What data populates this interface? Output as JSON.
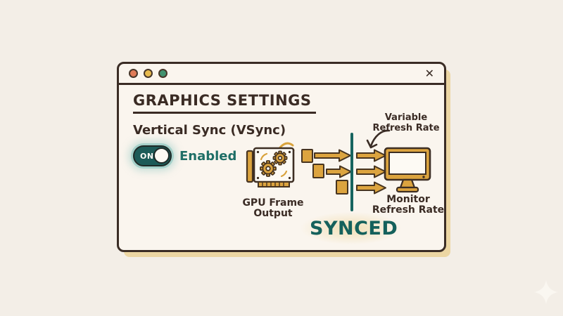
{
  "window": {
    "title": "GRAPHICS SETTINGS",
    "close_label": "✕",
    "traffic_light_colors": [
      "#e07b57",
      "#e7ba4e",
      "#41926f"
    ]
  },
  "settings": {
    "setting_label": "Vertical Sync (VSync)",
    "toggle_state": "ON",
    "toggle_status": "Enabled"
  },
  "diagram": {
    "gpu_label_line1": "GPU Frame",
    "gpu_label_line2": "Output",
    "vrr_label_line1": "Variable",
    "vrr_label_line2": "Refresh Rate",
    "monitor_label_line1": "Monitor",
    "monitor_label_line2": "Refresh Rate",
    "sync_status": "SYNCED"
  },
  "colors": {
    "background": "#f3eee7",
    "window_fill": "#faf5ee",
    "ink": "#3a2c25",
    "golden": "#dca43f",
    "accent_teal": "#17645f",
    "toggle_fill": "#1d5b58",
    "shadow_tan": "#ecd6a3"
  }
}
